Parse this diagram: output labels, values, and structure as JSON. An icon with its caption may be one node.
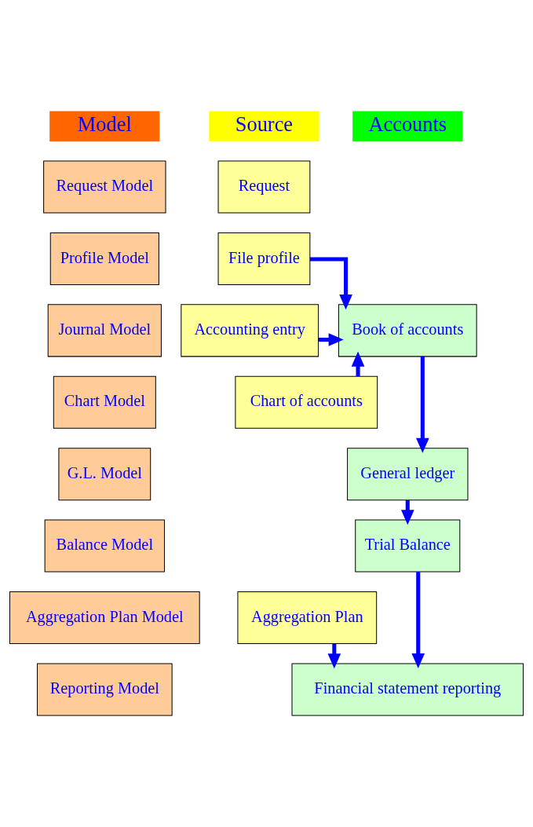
{
  "diagram": {
    "nodes": [
      {
        "text": [
          "Model"
        ]
      },
      {
        "text": [
          "Source"
        ]
      },
      {
        "text": [
          "Accounts"
        ]
      },
      {
        "text": [
          "Request Model"
        ]
      },
      {
        "text": [
          "Request"
        ]
      },
      {
        "text": [
          "Profile Model"
        ]
      },
      {
        "text": [
          "File profile"
        ]
      },
      {
        "text": [
          "Journal Model"
        ]
      },
      {
        "text": [
          "Accounting entry"
        ]
      },
      {
        "text": [
          "Book of accounts"
        ]
      },
      {
        "text": [
          "Chart Model"
        ]
      },
      {
        "text": [
          "Chart of accounts"
        ]
      },
      {
        "text": [
          "G.L. Model"
        ]
      },
      {
        "text": [
          "General ledger"
        ]
      },
      {
        "text": [
          "Balance Model"
        ]
      },
      {
        "text": [
          "Trial Balance"
        ]
      },
      {
        "text": [
          "Aggregation Plan Model"
        ]
      },
      {
        "text": [
          "Aggregation Plan"
        ]
      },
      {
        "text": [
          "Reporting Model"
        ]
      },
      {
        "text": [
          "Financial statement reporting"
        ]
      }
    ],
    "edges": [
      {
        "from": 6,
        "to": 9,
        "arrow": "to"
      },
      {
        "from": 8,
        "to": 9,
        "arrow": "to"
      },
      {
        "from": 11,
        "to": 9,
        "arrow": "to"
      },
      {
        "from": 9,
        "to": 13,
        "arrow": "to"
      },
      {
        "from": 13,
        "to": 15,
        "arrow": "to"
      },
      {
        "from": 15,
        "to": 19,
        "arrow": "to"
      },
      {
        "from": 17,
        "to": 19,
        "arrow": "to"
      }
    ]
  }
}
